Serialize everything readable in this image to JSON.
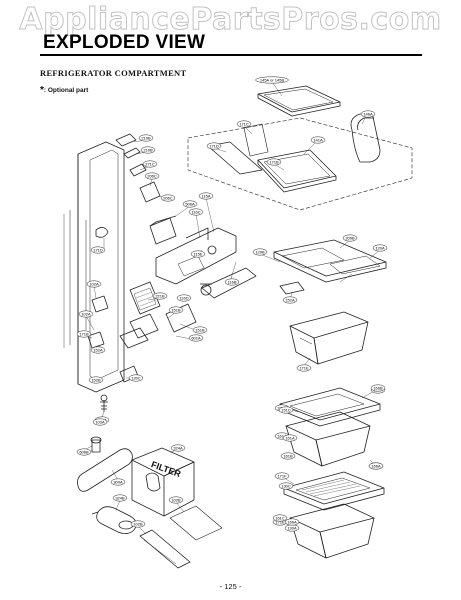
{
  "watermark": "AppliancePartsPros.com",
  "header": {
    "title": "EXPLODED VIEW"
  },
  "section": {
    "name": "REFRIGERATOR COMPARTMENT"
  },
  "note": {
    "symbol": "*",
    "text": ": Optional part"
  },
  "page": {
    "number": "- 125 -"
  },
  "filter_label": "FILTER",
  "callouts": [
    "145A or 145B",
    "146A",
    "171C",
    "141A",
    "171D",
    "171B",
    "210B",
    "210B",
    "271C",
    "206C",
    "206C",
    "506A",
    "115A",
    "116C",
    "115E",
    "116B",
    "116D",
    "221B",
    "151B",
    "151B",
    "601A",
    "120B",
    "200B",
    "120A",
    "152A",
    "171E",
    "171D",
    "102A",
    "102A",
    "171B",
    "152A",
    "152B",
    "120C",
    "271E",
    "120A",
    "151C",
    "141C",
    "171F",
    "171E",
    "130A",
    "166B",
    "161A",
    "161B",
    "166A",
    "130C",
    "161C",
    "166A",
    "161A",
    "606B",
    "102A",
    "103A",
    "300A",
    "324A",
    "324B",
    "102B",
    "102B"
  ]
}
